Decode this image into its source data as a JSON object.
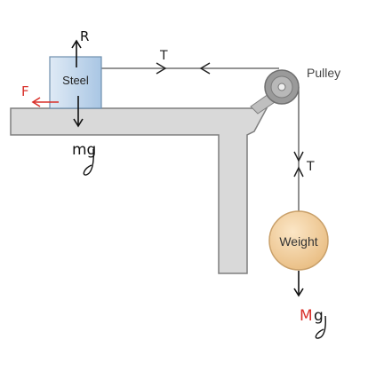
{
  "labels": {
    "block": "Steel",
    "pulley": "Pulley",
    "hanging_mass": "Weight"
  },
  "annotations": {
    "normal_force": "R",
    "friction": "F",
    "block_weight": "mg",
    "tension_horizontal": "T",
    "tension_vertical": "T",
    "hanging_weight_prefix": "M",
    "hanging_weight_suffix": "g"
  },
  "colors": {
    "table_fill": "#d9d9d9",
    "table_stroke": "#7f7f7f",
    "block_fill": "#c9ddef",
    "pulley_fill": "#9a9a9a",
    "weight_fill": "#f2cf9e",
    "weight_stroke": "#c9a06a",
    "ink": "#222222",
    "red_ink": "#d8302a"
  }
}
